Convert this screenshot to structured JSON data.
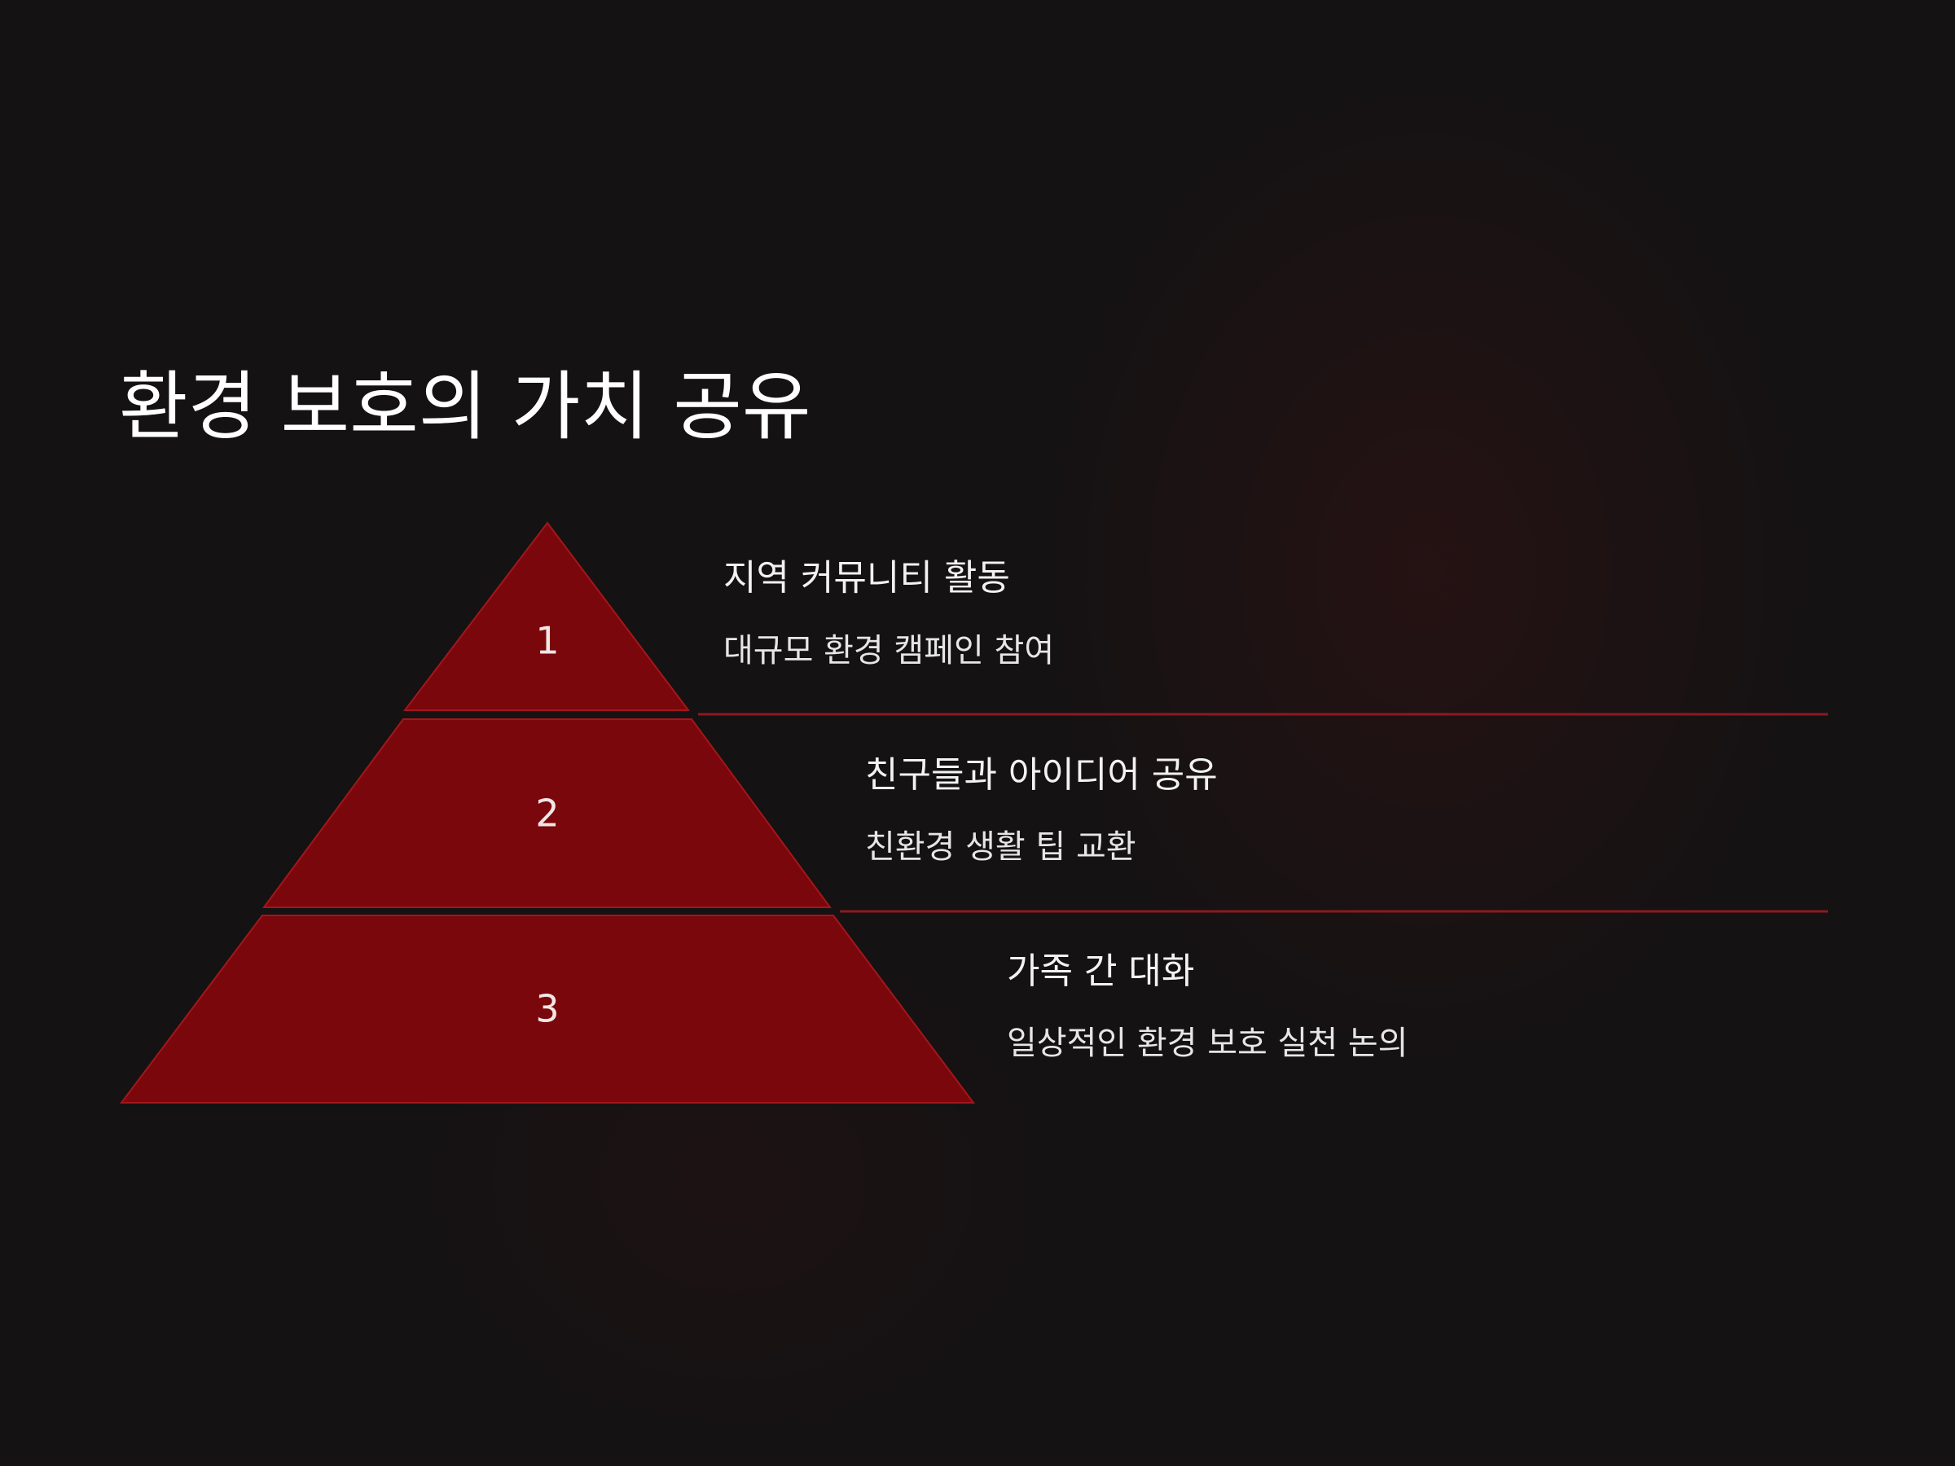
{
  "title": "환경 보호의 가치 공유",
  "colors": {
    "background": "#141213",
    "tier_fill": "#7a070b",
    "tier_stroke": "#a3161c",
    "divider": "#8c1a1f",
    "text": "#f2f2f2"
  },
  "tiers": [
    {
      "number": "1",
      "heading": "지역 커뮤니티 활동",
      "description": "대규모 환경 캠페인 참여"
    },
    {
      "number": "2",
      "heading": "친구들과 아이디어 공유",
      "description": "친환경 생활 팁 교환"
    },
    {
      "number": "3",
      "heading": "가족 간 대화",
      "description": "일상적인 환경 보호 실천 논의"
    }
  ]
}
